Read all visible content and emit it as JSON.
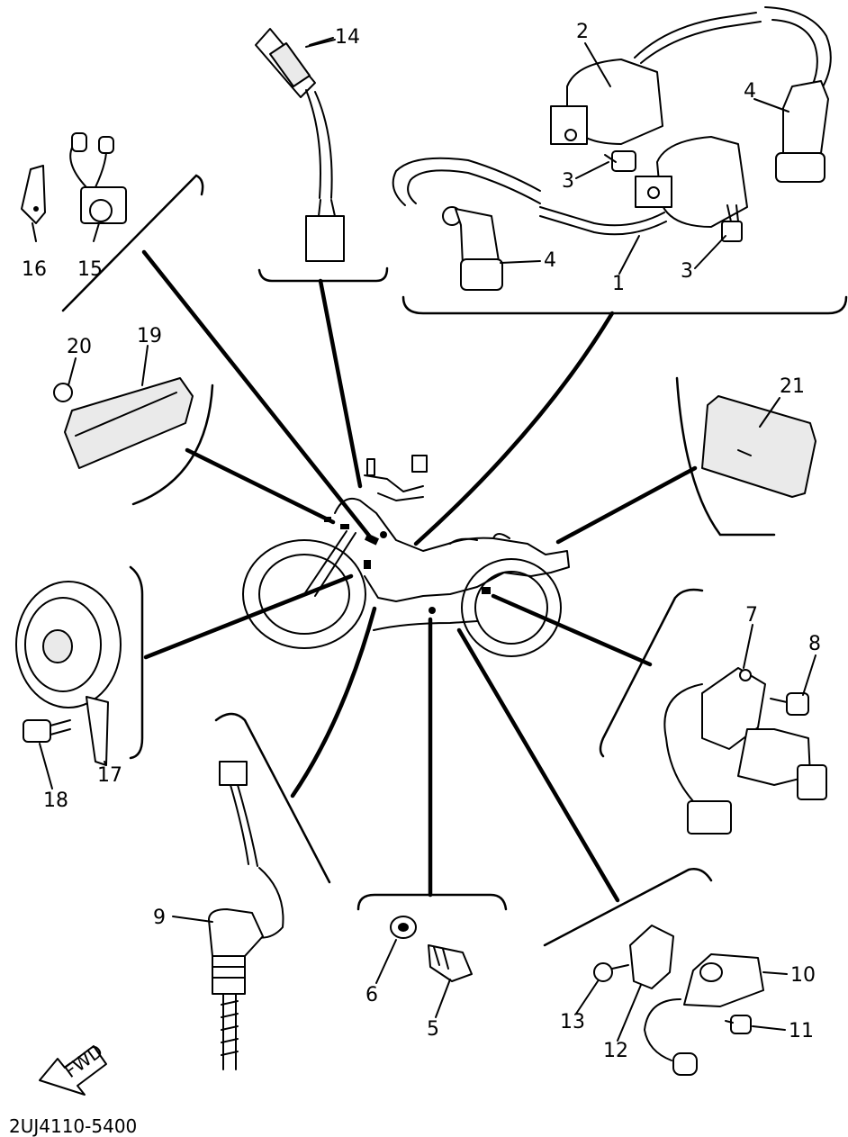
{
  "diagram": {
    "part_code": "2UJ4110-5400",
    "fwd_label": "FWD",
    "callouts": [
      "1",
      "2",
      "3",
      "3",
      "4",
      "4",
      "5",
      "6",
      "7",
      "8",
      "9",
      "10",
      "11",
      "12",
      "13",
      "14",
      "15",
      "16",
      "17",
      "18",
      "19",
      "20",
      "21"
    ]
  }
}
